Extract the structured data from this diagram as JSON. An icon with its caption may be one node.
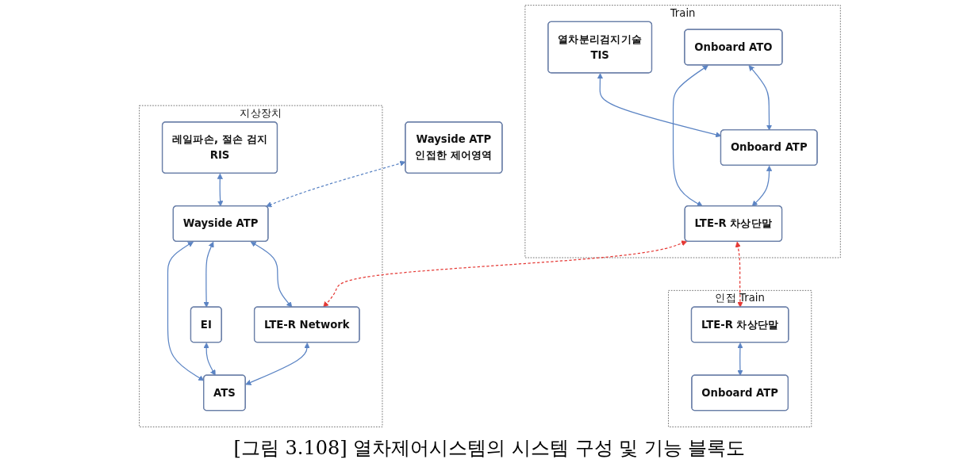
{
  "diagram": {
    "caption": "[그림 3.108] 열차제어시스템의 시스템 구성 및 기능 블록도",
    "nodes": [
      {
        "text": [
          "Train"
        ]
      },
      {
        "text": [
          "열차분리검지기술",
          "TIS"
        ],
        "in": 0
      },
      {
        "text": [
          "Onboard ATO"
        ],
        "in": 0
      },
      {
        "text": [
          "Onboard ATP"
        ],
        "in": 0
      },
      {
        "text": [
          "LTE-R 차상단말"
        ],
        "in": 0
      },
      {
        "text": [
          "인접 Train"
        ]
      },
      {
        "text": [
          "LTE-R 차상단말"
        ],
        "in": 5
      },
      {
        "text": [
          "Onboard ATP"
        ],
        "in": 5
      },
      {
        "text": [
          "지상장치"
        ]
      },
      {
        "text": [
          "레일파손, 절손 검지",
          "RIS"
        ],
        "in": 8
      },
      {
        "text": [
          "Wayside ATP"
        ],
        "in": 8
      },
      {
        "text": [
          "LTE-R Network"
        ],
        "in": 8
      },
      {
        "text": [
          "EI"
        ],
        "in": 8
      },
      {
        "text": [
          "ATS"
        ],
        "in": 8
      },
      {
        "text": [
          "Wayside ATP",
          "인접한 제어영역"
        ]
      }
    ],
    "edges": [
      {
        "from": 1,
        "to": 3,
        "arrow": "both"
      },
      {
        "from": 2,
        "to": 3,
        "arrow": "both"
      },
      {
        "from": 2,
        "to": 4,
        "arrow": "both"
      },
      {
        "from": 3,
        "to": 4,
        "arrow": "both"
      },
      {
        "from": 4,
        "to": 6,
        "arrow": "both",
        "style": "dashed",
        "color": "#e53935"
      },
      {
        "from": 6,
        "to": 7,
        "arrow": "both"
      },
      {
        "from": 4,
        "to": 11,
        "arrow": "both",
        "style": "dashed",
        "color": "#e53935"
      },
      {
        "from": 9,
        "to": 10,
        "arrow": "both"
      },
      {
        "from": 14,
        "to": 10,
        "arrow": "both",
        "style": "dashed"
      },
      {
        "from": 10,
        "to": 11,
        "arrow": "both"
      },
      {
        "from": 10,
        "to": 12,
        "arrow": "both"
      },
      {
        "from": 10,
        "to": 13,
        "arrow": "both"
      },
      {
        "from": 12,
        "to": 13,
        "arrow": "both"
      },
      {
        "from": 11,
        "to": 13,
        "arrow": "both"
      }
    ]
  }
}
